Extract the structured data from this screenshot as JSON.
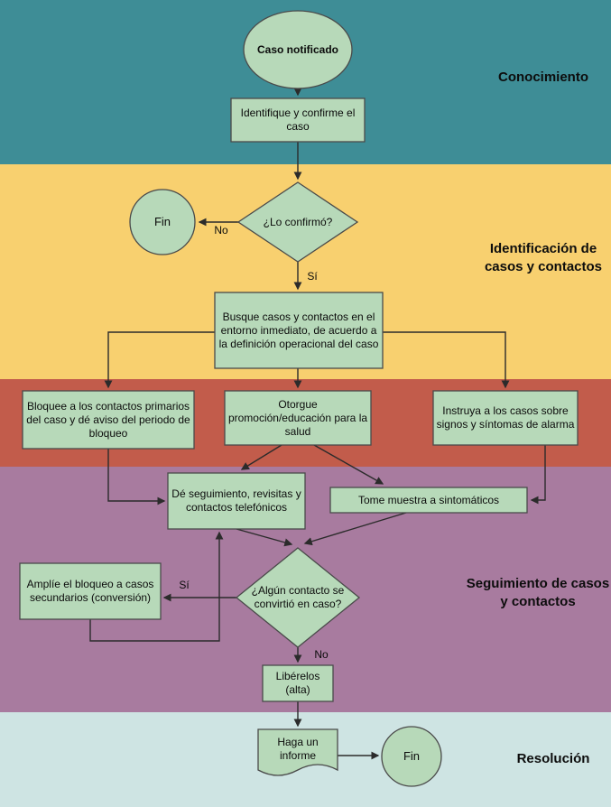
{
  "bands": {
    "conocimiento": {
      "label": "Conocimiento",
      "color": "#3E8D96"
    },
    "identificacion": {
      "label": "Identificación de casos y contactos",
      "color": "#F8D06F"
    },
    "acciones": {
      "color": "#C25C4B"
    },
    "seguimiento": {
      "label": "Seguimiento de casos y contactos",
      "color": "#A87B9F"
    },
    "resolucion": {
      "label": "Resolución",
      "color": "#CEE4E3"
    }
  },
  "palette": {
    "node_fill": "#B7D9B9",
    "node_border": "#4A4A4A",
    "line": "#2B2B2B"
  },
  "nodes": {
    "caso_notificado": "Caso notificado",
    "identifique": "Identifique y confirme el caso",
    "fin_1": "Fin",
    "lo_confirmo": "¿Lo confirmó?",
    "busque": "Busque casos y contactos en el entorno inmediato, de acuerdo a la definición operacional del caso",
    "bloquee": "Bloquee a los contactos primarios del caso y dé aviso del periodo de bloqueo",
    "otorgue": "Otorgue promoción/educación para la salud",
    "instruya": "Instruya a los casos sobre signos y síntomas de alarma",
    "de_seguimiento": "Dé seguimiento, revisitas y contactos telefónicos",
    "tome_muestra": "Tome muestra a sintomáticos",
    "amplie": "Amplíe el bloqueo a casos secundarios (conversión)",
    "algun_contacto": "¿Algún contacto se convirtió en caso?",
    "liberelos": "Libérelos (alta)",
    "haga_informe": "Haga un informe",
    "fin_2": "Fin"
  },
  "edge_labels": {
    "no_confirmado": "No",
    "si_confirmado": "Sí",
    "si_conversion": "Sí",
    "no_conversion": "No"
  }
}
